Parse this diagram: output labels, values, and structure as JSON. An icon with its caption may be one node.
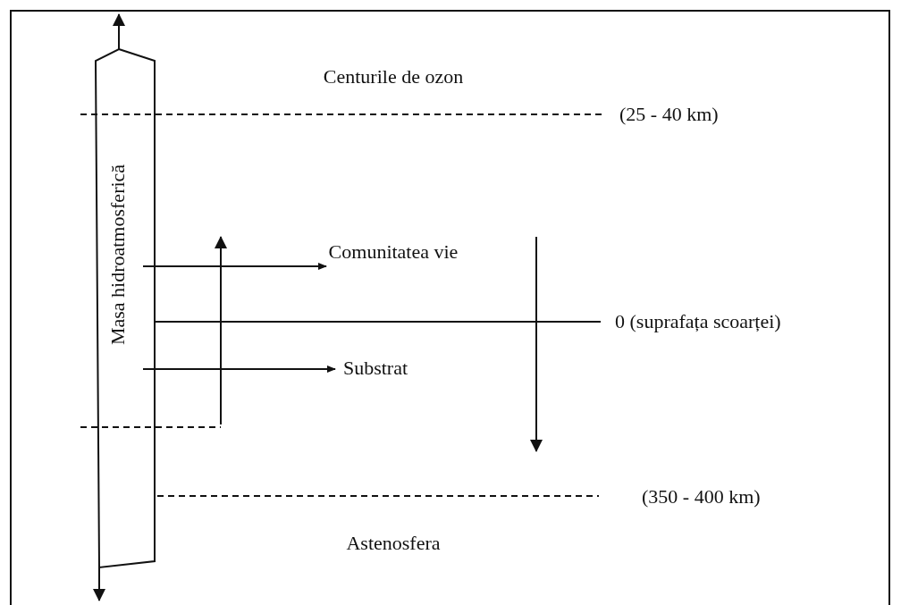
{
  "diagram": {
    "nodes": [
      {
        "text": [
          "Masa hidroatmosferică"
        ]
      },
      {
        "text": [
          "Comunitatea vie"
        ]
      },
      {
        "text": [
          "Substrat"
        ]
      }
    ],
    "edges": [
      {
        "from": 0,
        "to": null,
        "arrow": "to"
      },
      {
        "from": 0,
        "to": null,
        "arrow": "to"
      },
      {
        "from": 0,
        "to": 1,
        "arrow": "to"
      },
      {
        "from": 0,
        "to": 2,
        "arrow": "to"
      }
    ],
    "labels": [
      "Centurile de ozon",
      "(25 - 40 km)",
      "0 (suprafața scoarței)",
      "(350 - 400 km)",
      "Astenosfera"
    ]
  }
}
